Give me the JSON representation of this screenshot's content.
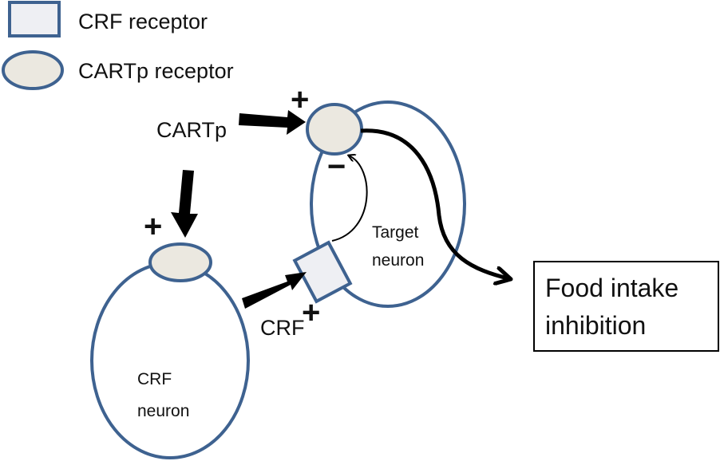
{
  "legend": {
    "crf_receptor": "CRF receptor",
    "cartp_receptor": "CARTp receptor"
  },
  "labels": {
    "cartp": "CARTp",
    "crf": "CRF",
    "target_neuron_line1": "Target",
    "target_neuron_line2": "neuron",
    "crf_neuron_line1": "CRF",
    "crf_neuron_line2": "neuron",
    "outcome_line1": "Food intake",
    "outcome_line2": "inhibition"
  },
  "signs": {
    "plus": "+",
    "minus": "−"
  },
  "colors": {
    "outline": "#3e6290",
    "crf_receptor_fill": "#eeeff3",
    "cartp_receptor_fill": "#ebe8e0",
    "arrow": "#000000"
  }
}
